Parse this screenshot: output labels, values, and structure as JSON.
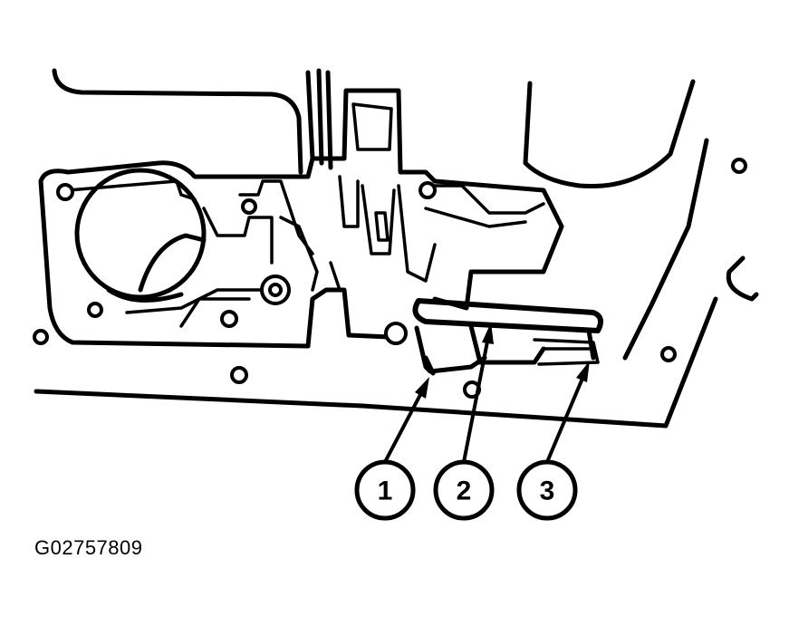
{
  "figure_code": "G02757809",
  "callouts": [
    "1",
    "2",
    "3"
  ]
}
